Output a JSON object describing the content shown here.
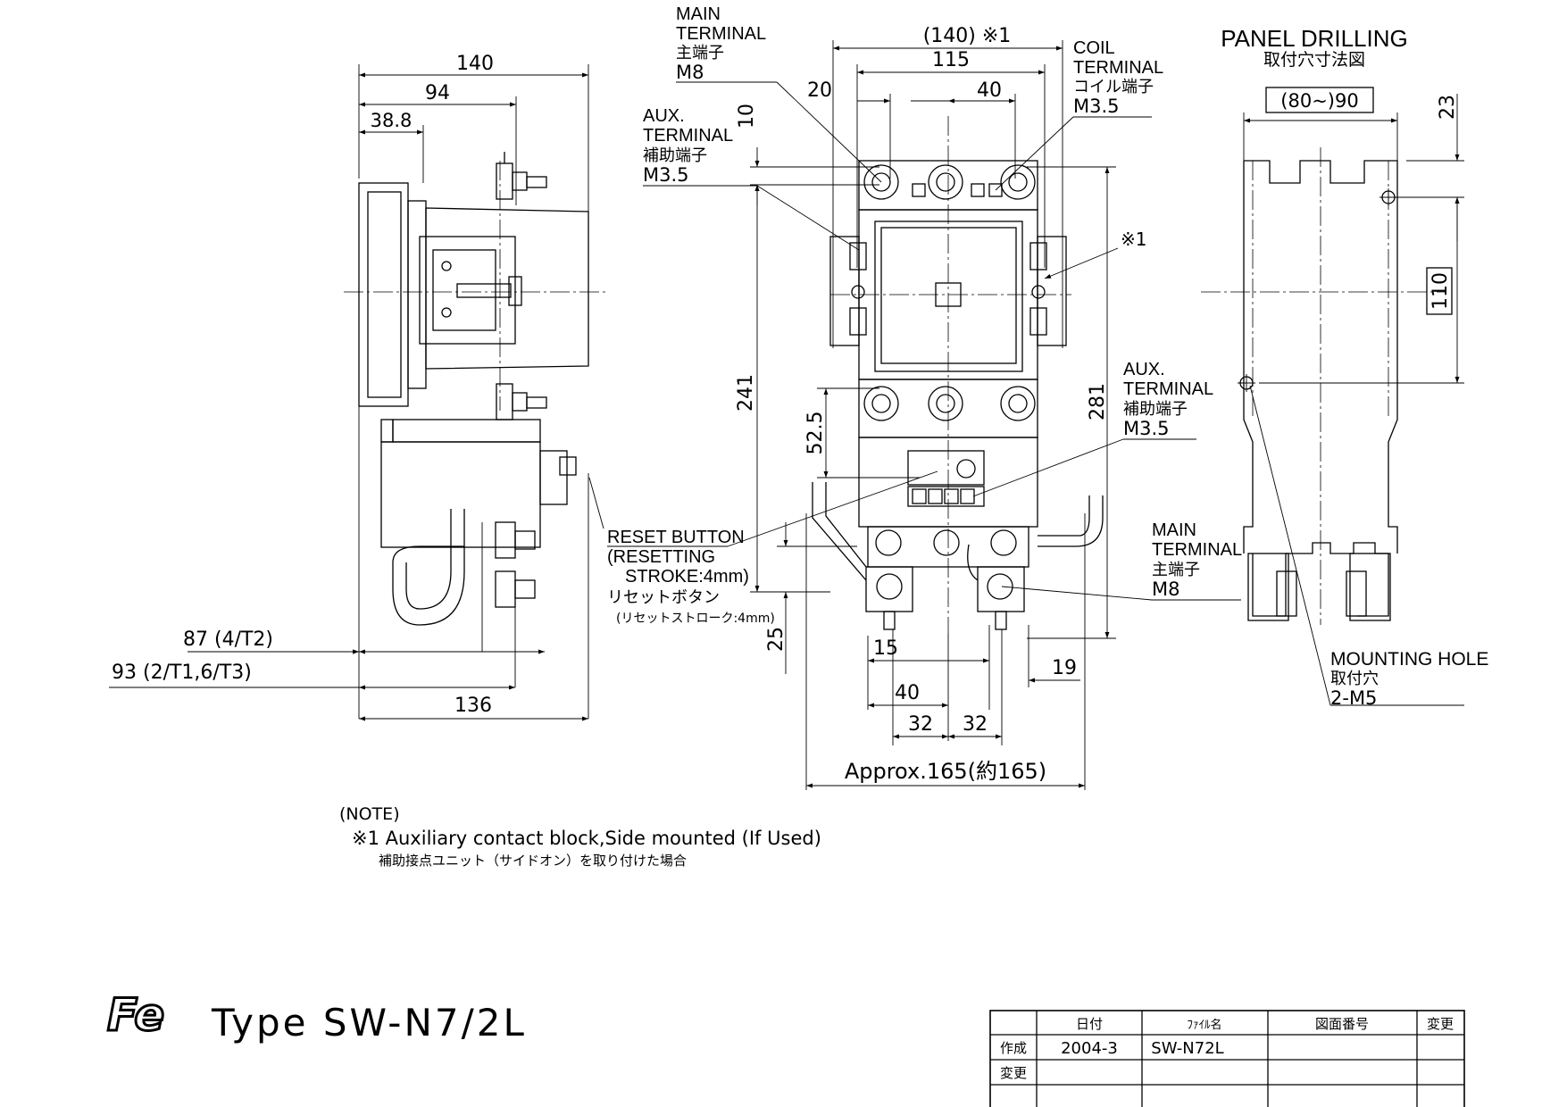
{
  "side_view": {
    "dim_140": "140",
    "dim_94": "94",
    "dim_38_8": "38.8",
    "dim_87": "87 (4/T2)",
    "dim_93": "93 (2/T1,6/T3)",
    "dim_136": "136"
  },
  "front_view": {
    "main_terminal": [
      "MAIN",
      "TERMINAL",
      "主端子",
      "M8"
    ],
    "aux_terminal_top": [
      "AUX.",
      "TERMINAL",
      "補助端子",
      "M3.5"
    ],
    "coil_terminal": [
      "COIL",
      "TERMINAL",
      "コイル端子",
      "M3.5"
    ],
    "aux_terminal_right": [
      "AUX.",
      "TERMINAL",
      "補助端子",
      "M3.5"
    ],
    "main_terminal_bottom": [
      "MAIN",
      "TERMINAL",
      "主端子",
      "M8"
    ],
    "reset_button": [
      "RESET BUTTON",
      "(RESETTING",
      "STROKE:4mm)",
      "リセットボタン",
      "(リセットストローク:4mm)"
    ],
    "note_mark": "※1",
    "dims": {
      "d140": "(140) ※1",
      "d115": "115",
      "d20": "20",
      "d40_top": "40",
      "d10": "10",
      "d241": "241",
      "d281": "281",
      "d52_5": "52.5",
      "d25": "25",
      "d15": "15",
      "d19": "19",
      "d40_bottom": "40",
      "d32a": "32",
      "d32b": "32",
      "approx": "Approx.165(約165)"
    }
  },
  "panel_drilling": {
    "title": "PANEL DRILLING",
    "title_jp": "取付穴寸法図",
    "width": "(80~)90",
    "d23": "23",
    "d110": "110",
    "mounting_hole": [
      "MOUNTING HOLE",
      "取付穴",
      "2-M5"
    ]
  },
  "note": {
    "heading": "(NOTE)",
    "line1": "※1 Auxiliary contact block,Side mounted (If Used)",
    "line2": "補助接点ユニット（サイドオン）を取り付けた場合"
  },
  "title": {
    "logo": "Fe",
    "type_label": "Type SW-N7/2L"
  },
  "title_block": {
    "headers": [
      "日付",
      "ﾌｧｲﾙ名",
      "図面番号",
      "変更"
    ],
    "rows": [
      {
        "label": "作成",
        "date": "2004-3",
        "file": "SW-N72L",
        "drawing_no": "",
        "rev": ""
      },
      {
        "label": "変更",
        "date": "",
        "file": "",
        "drawing_no": "",
        "rev": ""
      },
      {
        "label": "",
        "date": "",
        "file": "",
        "drawing_no": "",
        "rev": ""
      }
    ]
  }
}
